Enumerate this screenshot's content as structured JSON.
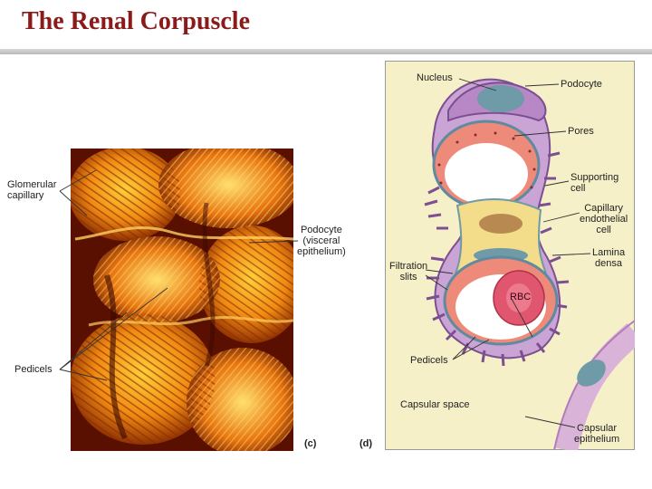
{
  "page": {
    "title": "The Renal Corpuscle"
  },
  "panel_c": {
    "tag": "(c)",
    "labels": {
      "glomerular_capillary": [
        "Glomerular",
        "capillary"
      ],
      "podocyte": [
        "Podocyte",
        "(visceral",
        "epithelium)"
      ],
      "pedicels": "Pedicels"
    }
  },
  "panel_d": {
    "tag": "(d)",
    "labels": {
      "nucleus": "Nucleus",
      "podocyte": "Podocyte",
      "pores": "Pores",
      "supporting_cell": [
        "Supporting",
        "cell"
      ],
      "capillary_endothelial_cell": [
        "Capillary",
        "endothelial",
        "cell"
      ],
      "lamina_densa": [
        "Lamina",
        "densa"
      ],
      "filtration_slits": [
        "Filtration",
        "slits"
      ],
      "rbc": "RBC",
      "pedicels": "Pedicels",
      "capsular_space": "Capsular space",
      "capsular_epithelium": [
        "Capsular",
        "epithelium"
      ]
    }
  },
  "colors": {
    "title": "#8b1a1a",
    "background_d": "#f6f0c8",
    "podocyte": "#c9a4d4",
    "nucleus": "#6f9aa8",
    "capillary_lumen": "#ee8a7a",
    "rbc": "#e0566e"
  }
}
